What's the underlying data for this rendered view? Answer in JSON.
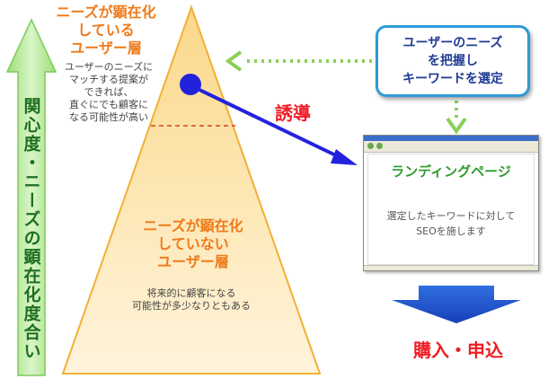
{
  "vertical_label": "関心度・ニーズの顕在化度合い",
  "pyramid": {
    "top_heading": [
      "ニーズが顕在化",
      "している",
      "ユーザー層"
    ],
    "top_description": [
      "ユーザーのニーズに",
      "マッチする提案が",
      "できれば、",
      "直ぐにでも顧客に",
      "なる可能性が高い"
    ],
    "bottom_heading": [
      "ニーズが顕在化",
      "していない",
      "ユーザー層"
    ],
    "bottom_description": [
      "将来的に顧客になる",
      "可能性が多少なりともある"
    ]
  },
  "guide_label": "誘導",
  "callout": {
    "lines": [
      "ユーザーのニーズ",
      "を把握し",
      "キーワードを選定"
    ]
  },
  "landing_page": {
    "title": "ランディングページ",
    "description": [
      "選定したキーワードに対して",
      "SEOを施します"
    ]
  },
  "purchase_label": "購入・申込",
  "colors": {
    "arrow_green": "#7ccc5a",
    "label_green": "#1e6f1e",
    "pyramid_gold": "#f6b64a",
    "orange_text": "#ee7a1a",
    "red_text": "#ee1c24",
    "blue": "#2222dd",
    "callout_border": "#2e9ad6"
  }
}
